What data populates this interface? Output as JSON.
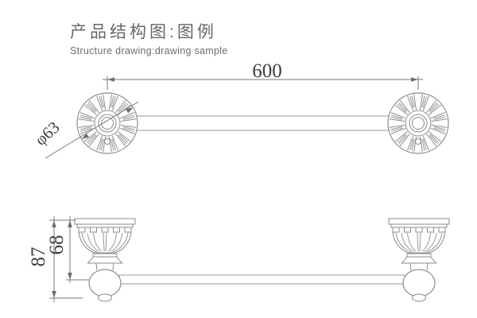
{
  "header": {
    "title_zh": "产品结构图:图例",
    "title_en": "Structure drawing:drawing sample"
  },
  "drawing": {
    "top_view": {
      "length_label": "600",
      "flange_diameter_label": "φ63"
    },
    "front_view": {
      "overall_height_label": "87",
      "drop_height_label": "68"
    }
  },
  "colors": {
    "line_gray": "#8c8c8c",
    "dimension_gray": "#787878",
    "dimension_text": "#3c3c3c",
    "title_gray": "#676767",
    "background": "#ffffff"
  }
}
